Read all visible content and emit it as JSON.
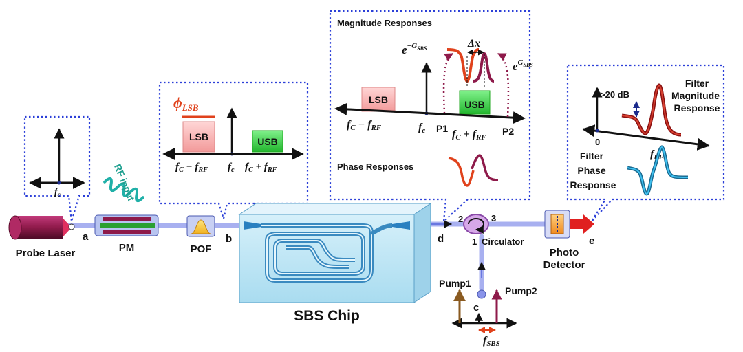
{
  "components": {
    "probe_laser": "Probe Laser",
    "pm": "PM",
    "rf_input": "RF input",
    "pof": "POF",
    "sbs_chip": "SBS Chip",
    "circulator": "Circulator",
    "photo_detector_line1": "Photo",
    "photo_detector_line2": "Detector",
    "pump1": "Pump1",
    "pump2": "Pump2"
  },
  "nodes": {
    "a": "a",
    "b": "b",
    "c": "c",
    "d": "d",
    "e": "e"
  },
  "circulator_ports": {
    "p1": "1",
    "p2": "2",
    "p3": "3"
  },
  "spectrum_a": {
    "fc_base": "f",
    "fc_sub": "c"
  },
  "spectrum_b": {
    "phi_base": "ϕ",
    "phi_sub": "LSB",
    "lsb": "LSB",
    "usb": "USB",
    "lsb_freq": "f",
    "lsb_freq_sub1": "C",
    "lsb_freq_mid": " − f",
    "lsb_freq_sub2": "RF",
    "fc": "f",
    "fc_sub": "c",
    "usb_freq": "f",
    "usb_freq_sub1": "C",
    "usb_freq_mid": " + f",
    "usb_freq_sub2": "RF"
  },
  "spectrum_d": {
    "title_magnitude": "Magnitude Responses",
    "title_phase": "Phase Responses",
    "loss": "e",
    "loss_sup": "−G",
    "loss_sup_sub": "SBS",
    "gain": "e",
    "gain_sup": "G",
    "gain_sup_sub": "SBS",
    "delta": "Δx",
    "lsb": "LSB",
    "usb": "USB",
    "lsb_freq": "f",
    "lsb_freq_sub1": "C",
    "lsb_freq_mid": " − f",
    "lsb_freq_sub2": "RF",
    "fc": "f",
    "fc_sub": "c",
    "p1": "P1",
    "p2": "P2",
    "usb_freq": "f",
    "usb_freq_sub1": "C",
    "usb_freq_mid": " + f",
    "usb_freq_sub2": "RF"
  },
  "spectrum_e": {
    "dynamic": ">20 dB",
    "zero": "0",
    "frf": "f",
    "frf_sub": "RF",
    "mag_title": [
      "Filter",
      "Magnitude",
      "Response"
    ],
    "phase_title": [
      "Filter",
      "Phase",
      "Response"
    ]
  },
  "pump_spectrum": {
    "fsbs": "f",
    "fsbs_sub": "SBS"
  },
  "colors": {
    "dotted_outline": "#2b3fd8",
    "lsb_fill": "#f5b8b8",
    "usb_fill": "#3fd34a",
    "phase_red": "#e0421c",
    "fiber": "#a8b0f0",
    "chip": "#bfe6f5",
    "teal": "#20b0a8",
    "magnitude_red": "#c0201a",
    "phase_blue": "#2aa8d8",
    "pump_brown": "#8a5a20",
    "pump_maroon": "#8e1a4a"
  }
}
